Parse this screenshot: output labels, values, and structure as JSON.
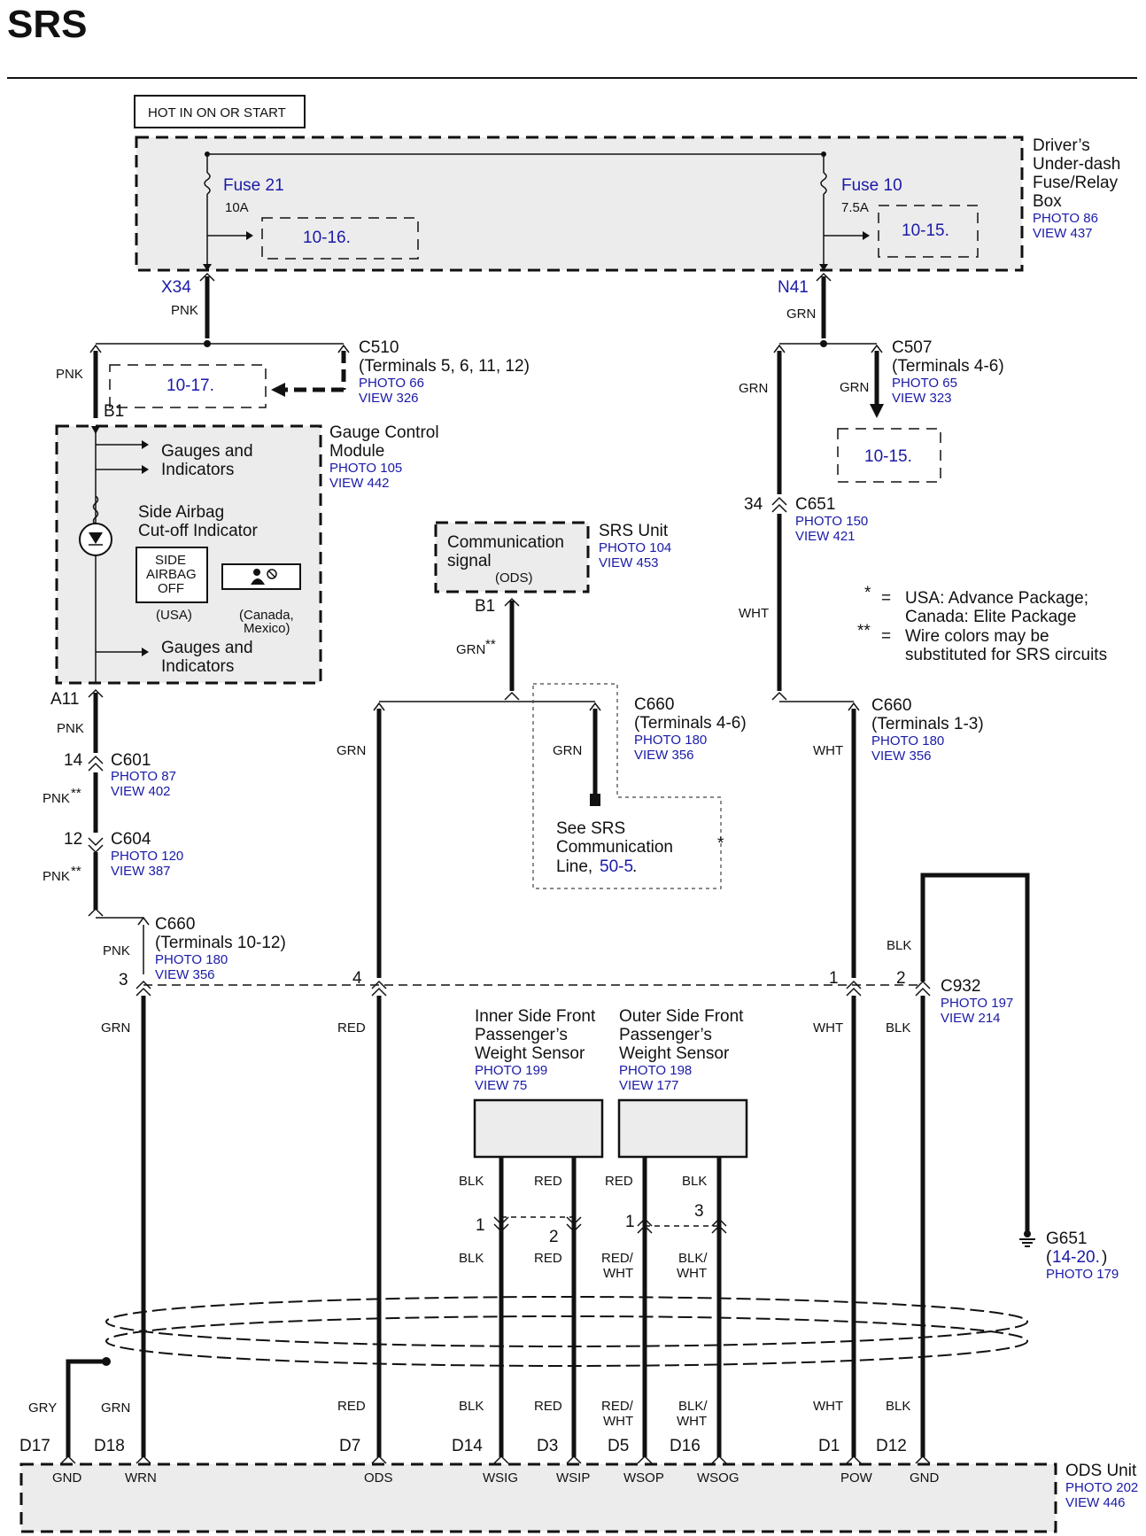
{
  "title": "SRS",
  "hot_label": "HOT IN ON OR START",
  "fuse_box": {
    "name_lines": [
      "Driver’s",
      "Under-dash",
      "Fuse/Relay",
      "Box"
    ],
    "photo": "PHOTO 86",
    "view": "VIEW 437",
    "fuse21_name": "Fuse 21",
    "fuse21_rating": "10A",
    "fuse21_ref": "10-16.",
    "fuse10_name": "Fuse 10",
    "fuse10_rating": "7.5A",
    "fuse10_ref": "10-15."
  },
  "terminals": {
    "x34": "X34",
    "n41": "N41",
    "b1_left": "B1",
    "a11": "A11",
    "b1_srs": "B1"
  },
  "connectors": {
    "c510_name": "C510",
    "c510_terms": "(Terminals 5, 6, 11, 12)",
    "c510_photo": "PHOTO 66",
    "c510_view": "VIEW 326",
    "c510_ref": "10-17.",
    "c507_name": "C507",
    "c507_terms": "(Terminals 4-6)",
    "c507_photo": "PHOTO 65",
    "c507_view": "VIEW 323",
    "c507_ref": "10-15.",
    "c651_name": "C651",
    "c651_pin": "34",
    "c651_photo": "PHOTO 150",
    "c651_view": "VIEW 421",
    "c660a_name": "C660",
    "c660a_terms": "(Terminals 4-6)",
    "c660a_photo": "PHOTO 180",
    "c660a_view": "VIEW 356",
    "c660b_name": "C660",
    "c660b_terms": "(Terminals 1-3)",
    "c660b_photo": "PHOTO 180",
    "c660b_view": "VIEW 356",
    "c601_name": "C601",
    "c601_pin": "14",
    "c601_photo": "PHOTO 87",
    "c601_view": "VIEW 402",
    "c604_name": "C604",
    "c604_pin": "12",
    "c604_photo": "PHOTO 120",
    "c604_view": "VIEW 387",
    "c660c_name": "C660",
    "c660c_terms": "(Terminals 10-12)",
    "c660c_photo": "PHOTO 180",
    "c660c_view": "VIEW 356",
    "c932_name": "C932",
    "c932_photo": "PHOTO 197",
    "c932_view": "VIEW 214",
    "pin3": "3",
    "pin4": "4",
    "pin1": "1",
    "pin2": "2"
  },
  "gauge_module": {
    "name_lines": [
      "Gauge Control",
      "Module"
    ],
    "photo": "PHOTO 105",
    "view": "VIEW 442",
    "gauges1": [
      "Gauges and",
      "Indicators"
    ],
    "indicator": [
      "Side Airbag",
      "Cut-off Indicator"
    ],
    "usa_box": [
      "SIDE",
      "AIRBAG",
      "OFF"
    ],
    "usa": "(USA)",
    "canada": [
      "(Canada,",
      "Mexico)"
    ],
    "gauges2": [
      "Gauges and",
      "Indicators"
    ]
  },
  "srs_unit": {
    "comm": [
      "Communication",
      "signal"
    ],
    "ods": "(ODS)",
    "name": "SRS Unit",
    "photo": "PHOTO 104",
    "view": "VIEW 453"
  },
  "notes": {
    "star": "*",
    "eq": "=",
    "n1a": "USA: Advance Package;",
    "n1b": "Canada: Elite Package",
    "dstar": "**",
    "n2a": "Wire colors may be",
    "n2b": "substituted for SRS circuits"
  },
  "see_srs": {
    "lines": [
      "See SRS",
      "Communication"
    ],
    "line3": "Line,",
    "ref": "50-5",
    "dot": ".",
    "star": "*"
  },
  "wire_colors": {
    "pnk": "PNK",
    "grn": "GRN",
    "grn_star": "GRN",
    "pnk_star": "PNK",
    "wht": "WHT",
    "blk": "BLK",
    "red": "RED",
    "gry": "GRY",
    "red_wht": [
      "RED/",
      "WHT"
    ],
    "blk_wht": [
      "BLK/",
      "WHT"
    ]
  },
  "sensors": {
    "inner": [
      "Inner Side Front",
      "Passenger’s",
      "Weight Sensor"
    ],
    "inner_photo": "PHOTO 199",
    "inner_view": "VIEW 75",
    "outer": [
      "Outer Side Front",
      "Passenger’s",
      "Weight Sensor"
    ],
    "outer_photo": "PHOTO 198",
    "outer_view": "VIEW 177",
    "pin1": "1",
    "pin2": "2",
    "pin1b": "1",
    "pin3": "3"
  },
  "ground": {
    "name": "G651",
    "ref": "14-20.",
    "paren_open": "(",
    "paren_close": ")",
    "photo": "PHOTO 179"
  },
  "ods_unit": {
    "name": "ODS Unit",
    "photo": "PHOTO 202",
    "view": "VIEW 446",
    "pins": [
      "D17",
      "D18",
      "D7",
      "D14",
      "D3",
      "D5",
      "D16",
      "D1",
      "D12"
    ],
    "signals": [
      "GND",
      "WRN",
      "ODS",
      "WSIG",
      "WSIP",
      "WSOP",
      "WSOG",
      "POW",
      "GND"
    ]
  }
}
